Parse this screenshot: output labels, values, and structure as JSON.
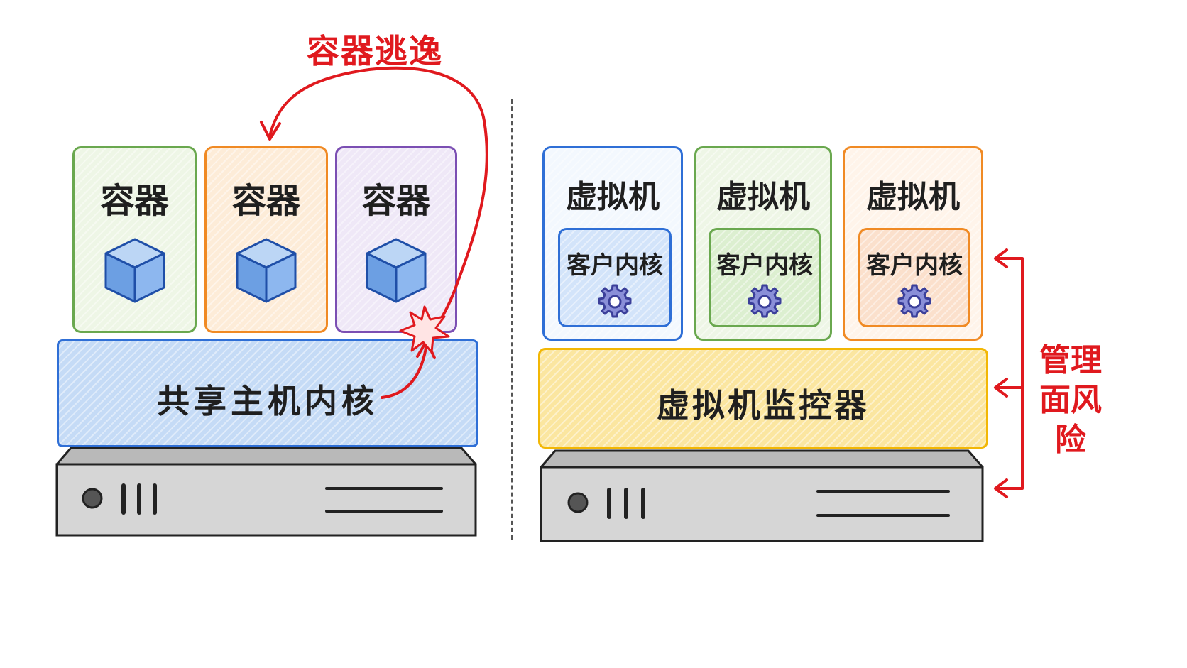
{
  "colors": {
    "accent_red": "#e0191e",
    "green": "#6aa84f",
    "orange": "#f08a24",
    "purple": "#7b4fb3",
    "blue": "#2f6fd6",
    "yellow": "#f2b705",
    "server_gray": "#8a8a8a"
  },
  "left_diagram": {
    "containers": [
      {
        "label": "容器",
        "color": "green",
        "icon": "cube-icon"
      },
      {
        "label": "容器",
        "color": "orange",
        "icon": "cube-icon"
      },
      {
        "label": "容器",
        "color": "purple",
        "icon": "cube-icon"
      }
    ],
    "kernel_label": "共享主机内核",
    "escape_label": "容器逃逸",
    "server_icon": "server-icon"
  },
  "right_diagram": {
    "vms": [
      {
        "label": "虚拟机",
        "kernel": "客户内核",
        "color": "blue",
        "icon": "gear-icon"
      },
      {
        "label": "虚拟机",
        "kernel": "客户内核",
        "color": "green",
        "icon": "gear-icon"
      },
      {
        "label": "虚拟机",
        "kernel": "客户内核",
        "color": "orange",
        "icon": "gear-icon"
      }
    ],
    "hypervisor_label": "虚拟机监控器",
    "risk_label": [
      "管理",
      "面风",
      "险"
    ],
    "server_icon": "server-icon"
  }
}
